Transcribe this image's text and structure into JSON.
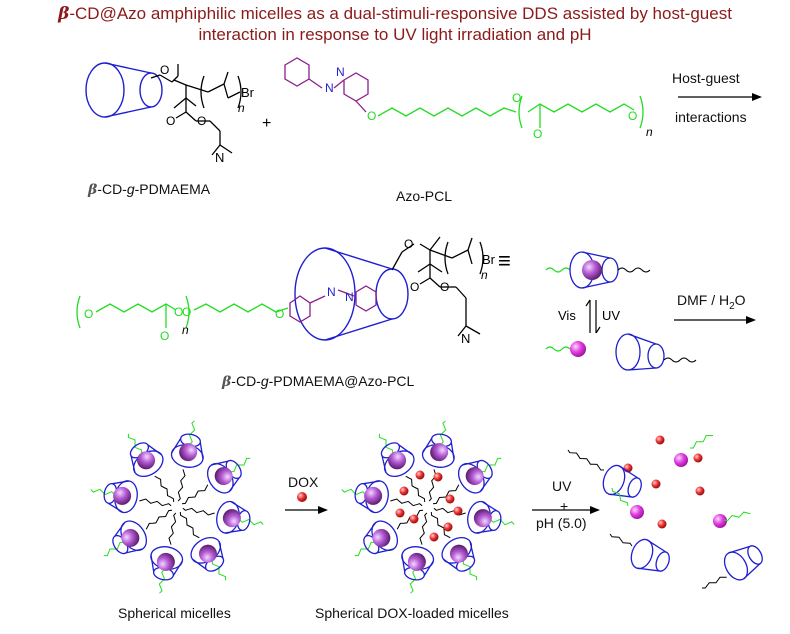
{
  "title": {
    "line1_symbol": "β",
    "line1_text": "-CD@Azo amphiphilic micelles as a dual-stimuli-responsive DDS assisted by host-guest",
    "line2_text": "interaction in response to UV light irradiation and pH"
  },
  "labels": {
    "beta_cd_pdmaema": {
      "symbol": "β",
      "pre": "-CD-",
      "g": "g",
      "post": "-PDMAEMA"
    },
    "azo_pcl": "Azo-PCL",
    "complex": {
      "symbol": "β",
      "pre": "-CD-",
      "g": "g",
      "post": "-PDMAEMA@Azo-PCL"
    },
    "host_guest_line1": "Host-guest",
    "host_guest_line2": "interactions",
    "plus": "+",
    "equiv": "≡",
    "vis": "Vis",
    "uv": "UV",
    "dmf_h2o_pre": "DMF / H",
    "dmf_h2o_sub": "2",
    "dmf_h2o_post": "O",
    "dox": "DOX",
    "uv2": "UV",
    "plus2": "+",
    "ph": "pH (5.0)",
    "spherical_micelles": "Spherical micelles",
    "dox_loaded": "Spherical DOX-loaded micelles"
  },
  "atoms": {
    "O": "O",
    "Br": "Br",
    "n": "n",
    "N": "N"
  },
  "colors": {
    "title": "#8b1a1a",
    "cd": "#1f1fd1",
    "azo": "#8b1f8b",
    "pcl": "#22dd22",
    "sphere": "#b44ad4",
    "dox": "#e23b3b"
  }
}
